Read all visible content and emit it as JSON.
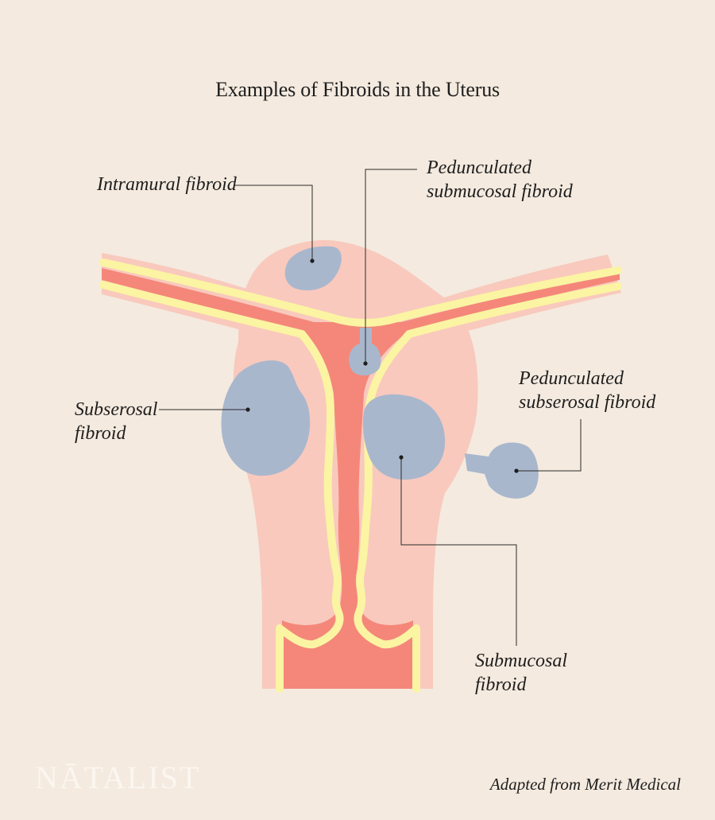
{
  "title": "Examples of Fibroids in the Uterus",
  "labels": {
    "intramural": "Intramural fibroid",
    "pedunculated_submucosal_1": "Pedunculated",
    "pedunculated_submucosal_2": "submucosal fibroid",
    "subserosal_1": "Subserosal",
    "subserosal_2": "fibroid",
    "pedunculated_subserosal_1": "Pedunculated",
    "pedunculated_subserosal_2": "subserosal fibroid",
    "submucosal_1": "Submucosal",
    "submucosal_2": "fibroid"
  },
  "logo": "NĀTALIST",
  "credit": "Adapted from Merit Medical",
  "colors": {
    "background": "#f4eadf",
    "uterus_wall": "#f9c9bd",
    "cavity": "#f4877a",
    "lining": "#fbf4a3",
    "fibroid": "#a9b7cd"
  }
}
